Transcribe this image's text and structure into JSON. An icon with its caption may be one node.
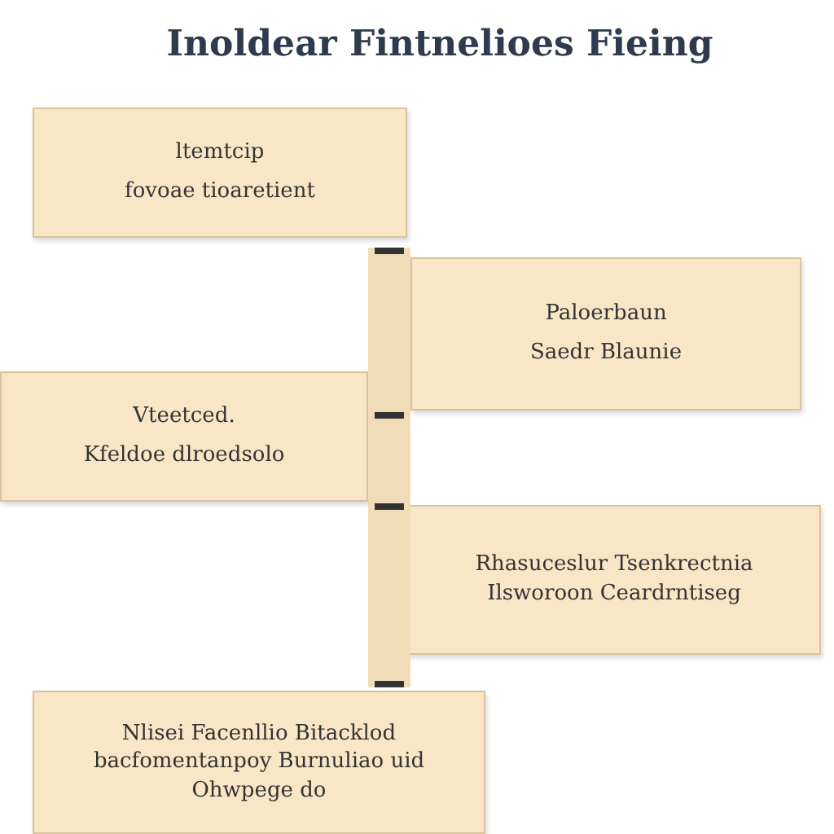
{
  "diagram": {
    "title": "Inoldear Fintnelioes Fieing",
    "nodes": [
      {
        "text": [
          "ltemtcip",
          "fovoae tioaretient"
        ]
      },
      {
        "text": [
          "Paloerbaun",
          "Saedr Blaunie"
        ]
      },
      {
        "text": [
          "Vteetced.",
          "Kfeldoe dlroedsolo"
        ]
      },
      {
        "text": [
          "Rhasuceslur Tsenkrectnia Ilsworoon Ceardrntiseg"
        ]
      },
      {
        "text": [
          "Nlisei Facenllio Bitacklod bacfomentanpoy Burnuliao uid Ohwpege do"
        ]
      },
      {
        "text": [],
        "shape": "bar"
      }
    ]
  }
}
